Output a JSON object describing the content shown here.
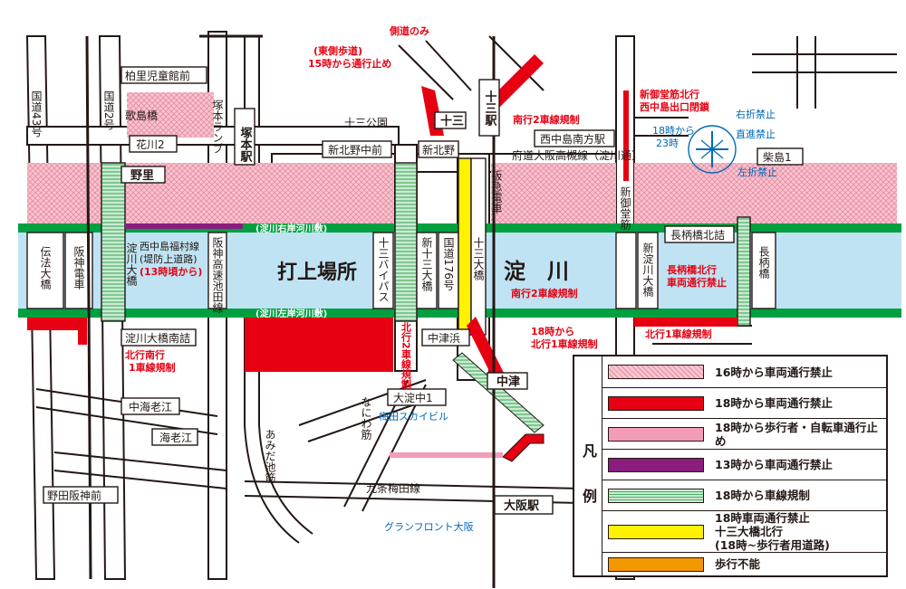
{
  "colors": {
    "river": "#bfe3f3",
    "bank": "#00a040",
    "red": "#e60012",
    "pink_hatch": "#f4b6c3",
    "pink": "#f29cb7",
    "purple": "#8a1d7e",
    "green_lane": "#8fd19e",
    "yellow": "#fff100",
    "orange": "#f39800"
  },
  "river": {
    "name_venue": "打上場所",
    "name_river": "淀　川",
    "right_bank": "(淀川右岸河川敷)",
    "left_bank": "(淀川左岸河川敷)"
  },
  "stations": {
    "tsukamoto": "塚本駅",
    "juso": "十三駅",
    "osaka": "大阪駅"
  },
  "places": {
    "kashiwazato": "柏里児童館前",
    "utashimabashi": "歌島橋",
    "hanakawa2": "花川2",
    "nozato": "野里",
    "juso_koen": "十三公園",
    "shinkitano_naka": "新北野中前",
    "juso_box": "十三",
    "shinkitano": "新北野",
    "nishinakajima_minami": "西中島南方駅",
    "shibajima1": "柴島1",
    "nagarabashi_kitazume": "長柄橋北詰",
    "nakatsuhama": "中津浜",
    "nakatsu": "中津",
    "ooyodo_naka1": "大淀中1",
    "yodogawa_ohashi_minami": "淀川大橋南詰",
    "nakaebie": "中海老江",
    "ebie": "海老江",
    "noda_hanshin": "野田阪神前",
    "umeda_sky": "梅田スカイビル",
    "grand_front": "グランフロント大阪",
    "kujo_umeda": "九条梅田線",
    "fudou_line": "府道大阪高槻線（淀川通）",
    "hankyu": "阪急電車",
    "shinmidosuji": "新御堂筋",
    "naniwasuji": "なにわ筋",
    "ayameike": "あみだ池筋"
  },
  "roads": {
    "kokudo43": "国道43号",
    "kokudo2": "国道2号",
    "tsukamoto_ramp": "塚本ランプ",
    "hanshin_ikeda": "阪神高速池田線",
    "densho_ohashi": "伝法大橋",
    "hanshin_densha": "阪神電車",
    "yodogawa_ohashi": "淀川大橋",
    "juso_bypass": "十三バイパス",
    "shin_juso_ohashi": "新十三大橋",
    "kokudo176": "国道176号",
    "juso_ohashi": "十三大橋",
    "shin_yodogawa_ohashi": "新淀川大橋",
    "nagarabashi": "長柄橋"
  },
  "notes": {
    "sokudo_nomi": "側道のみ",
    "east_walk_1": "(東側歩道)",
    "east_walk_2": "15時から通行止め",
    "nankou2": "南行2車線規制",
    "shinmido_1": "新御堂筋北行",
    "shinmido_2": "西中島出口閉鎖",
    "time_1": "18時から",
    "time_2": "23時",
    "right_turn": "右折禁止",
    "straight": "直進禁止",
    "left_turn": "左折禁止",
    "nishinaka_1": "西中島福村線",
    "nishinaka_2": "(堤防上道路)",
    "nishinaka_3": "(13時頃から)",
    "nankou2_b": "南行2車線規制",
    "nagara_1": "長柄橋北行",
    "nagara_2": "車両通行禁止",
    "kitakou1": "北行1車線規制",
    "kitanan_1": "北行南行",
    "kitanan_2": "1車線規制",
    "kitakou2_v": "北行2車線規制",
    "from18_1": "18時から",
    "from18_2": "北行1車線規制"
  },
  "legend": {
    "title": "凡例",
    "items": [
      {
        "key": "pink_hatch",
        "text": "16時から車両通行禁止"
      },
      {
        "key": "red",
        "text": "18時から車両通行禁止"
      },
      {
        "key": "pink",
        "text": "18時から歩行者・自転車通行止め"
      },
      {
        "key": "purple",
        "text": "13時から車両通行禁止"
      },
      {
        "key": "green_lane",
        "text": "18時から車線規制"
      },
      {
        "key": "yellow",
        "text": "18時車両通行禁止\n十三大橋北行\n(18時~歩行者用道路)"
      },
      {
        "key": "orange",
        "text": "歩行不能"
      }
    ]
  }
}
